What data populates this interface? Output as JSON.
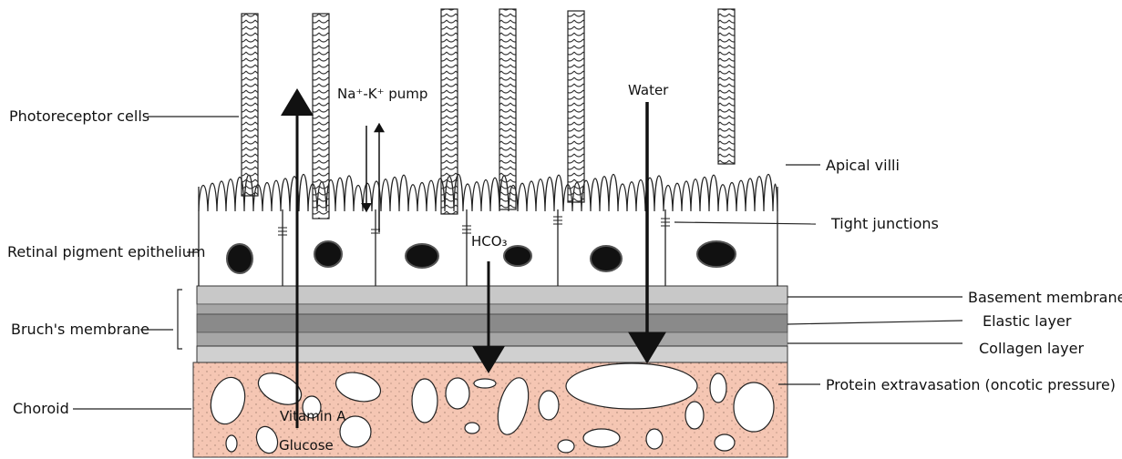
{
  "labels": {
    "photoreceptor": "Photoreceptor cells",
    "rpe": "Retinal pigment epithelium",
    "bruch": "Bruch's membrane",
    "choroid": "Choroid",
    "apical_villi": "Apical villi",
    "tight_junctions": "Tight junctions",
    "basement": "Basement membrane",
    "elastic": "Elastic layer",
    "collagen": "Collagen layer",
    "protein": "Protein extravasation (oncotic pressure)",
    "nak_pump": "Na⁺-K⁺ pump",
    "water": "Water",
    "hco3": "HCO₃",
    "vitamin_a": "Vitamin A",
    "glucose": "Glucose"
  },
  "colors": {
    "choroid_fill": "#f5c6b3",
    "nucleus": "#111111",
    "membrane_light": "#c8c8c8",
    "membrane_dark": "#8a8a8a",
    "membrane_mid": "#a6a6a6"
  }
}
